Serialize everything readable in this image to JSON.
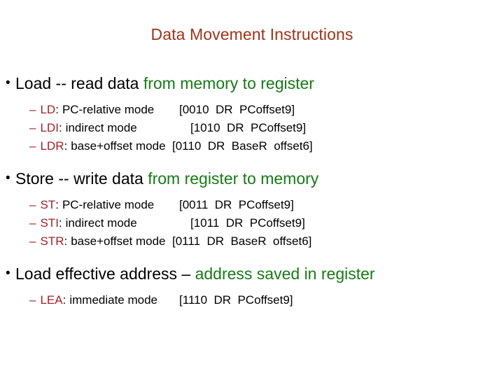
{
  "slide": {
    "title": "Data Movement Instructions",
    "title_color": "#9E3418",
    "accent_green": "#177A17",
    "accent_red": "#A02028",
    "bullet_glyph": "•",
    "dash_glyph": "–",
    "sections": [
      {
        "id": "load",
        "bullet_black": "Load -- read data ",
        "bullet_green": "from memory to register",
        "items": [
          {
            "mnemonic": "LD",
            "colon": ":",
            "mode": "PC-relative mode",
            "encoding": "[0010  DR  PCoffset9]"
          },
          {
            "mnemonic": "LDI",
            "colon": ":",
            "mode": "indirect mode",
            "encoding": "[1010  DR  PCoffset9]"
          },
          {
            "mnemonic": "LDR",
            "colon": ":",
            "mode": "base+offset mode",
            "encoding": "[0110  DR  BaseR  offset6]"
          }
        ]
      },
      {
        "id": "store",
        "bullet_black": "Store -- write data ",
        "bullet_green": "from register to memory",
        "items": [
          {
            "mnemonic": "ST",
            "colon": ":",
            "mode": "PC-relative mode",
            "encoding": "[0011  DR  PCoffset9]"
          },
          {
            "mnemonic": "STI",
            "colon": ":",
            "mode": "indirect mode",
            "encoding": "[1011  DR  PCoffset9]"
          },
          {
            "mnemonic": "STR",
            "colon": ":",
            "mode": "base+offset mode",
            "encoding": "[0111  DR  BaseR  offset6]"
          }
        ]
      },
      {
        "id": "lea",
        "bullet_black": "Load effective address – ",
        "bullet_green": "address saved in register",
        "items": [
          {
            "mnemonic": "LEA",
            "colon": ":",
            "mode": "immediate mode",
            "encoding": "[1110  DR  PCoffset9]"
          }
        ]
      }
    ]
  }
}
